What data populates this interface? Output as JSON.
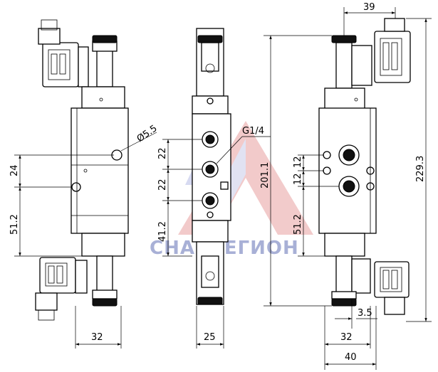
{
  "watermark": {
    "text": "СНАБРЕГИОН"
  },
  "dimensions": {
    "hole_dia": "Ø5.5",
    "front_24": "24",
    "front_51_2": "51.2",
    "front_32": "32",
    "side_22a": "22",
    "side_22b": "22",
    "side_41_2": "41.2",
    "side_g14": "G1/4",
    "side_201_1": "201.1",
    "side_25": "25",
    "rear_39": "39",
    "rear_12a": "12",
    "rear_12b": "12",
    "rear_51_2": "51.2",
    "rear_229_3": "229.3",
    "rear_3_5": "3.5",
    "rear_32": "32",
    "rear_40": "40"
  }
}
